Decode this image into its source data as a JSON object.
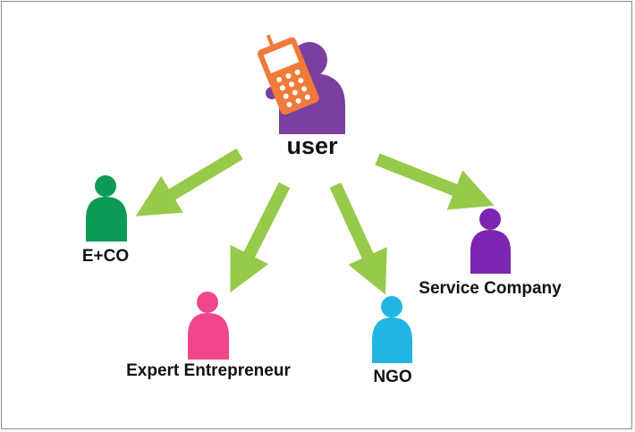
{
  "diagram": {
    "center": {
      "label": "user",
      "color": "#7b3fa0",
      "icon": "mobile-phone-icon",
      "phone_color": "#f07a3a"
    },
    "arrow_color": "#97c94a",
    "targets": [
      {
        "key": "eco",
        "label": "E+CO",
        "color": "#0d9a56"
      },
      {
        "key": "expert",
        "label": "Expert Entrepreneur",
        "color": "#f0468c"
      },
      {
        "key": "ngo",
        "label": "NGO",
        "color": "#22b5e4"
      },
      {
        "key": "service",
        "label": "Service Company",
        "color": "#7b26b0"
      }
    ]
  }
}
